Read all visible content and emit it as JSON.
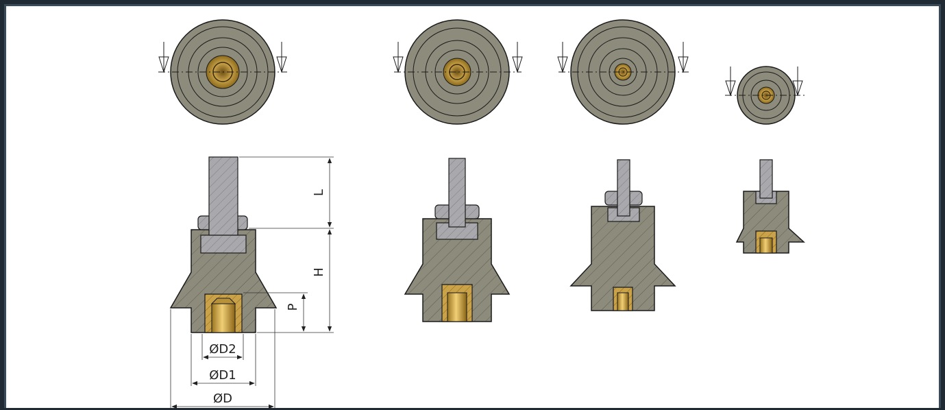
{
  "drawing": {
    "labels": {
      "L": "L",
      "H": "H",
      "P": "P",
      "D2": "ØD2",
      "D1": "ØD1",
      "D": "ØD"
    },
    "colors": {
      "rubber": "#8d8b7c",
      "rubber_dark": "#6f6d60",
      "metal": "#a9a9ad",
      "brass": "#c9a24a",
      "brass_dark": "#8a6a1c",
      "line": "#1a1a1a",
      "background": "#ffffff"
    },
    "views": [
      "top-view-1",
      "top-view-2",
      "top-view-3",
      "top-view-4",
      "section-view-1",
      "section-view-2",
      "section-view-3",
      "section-view-4"
    ]
  }
}
